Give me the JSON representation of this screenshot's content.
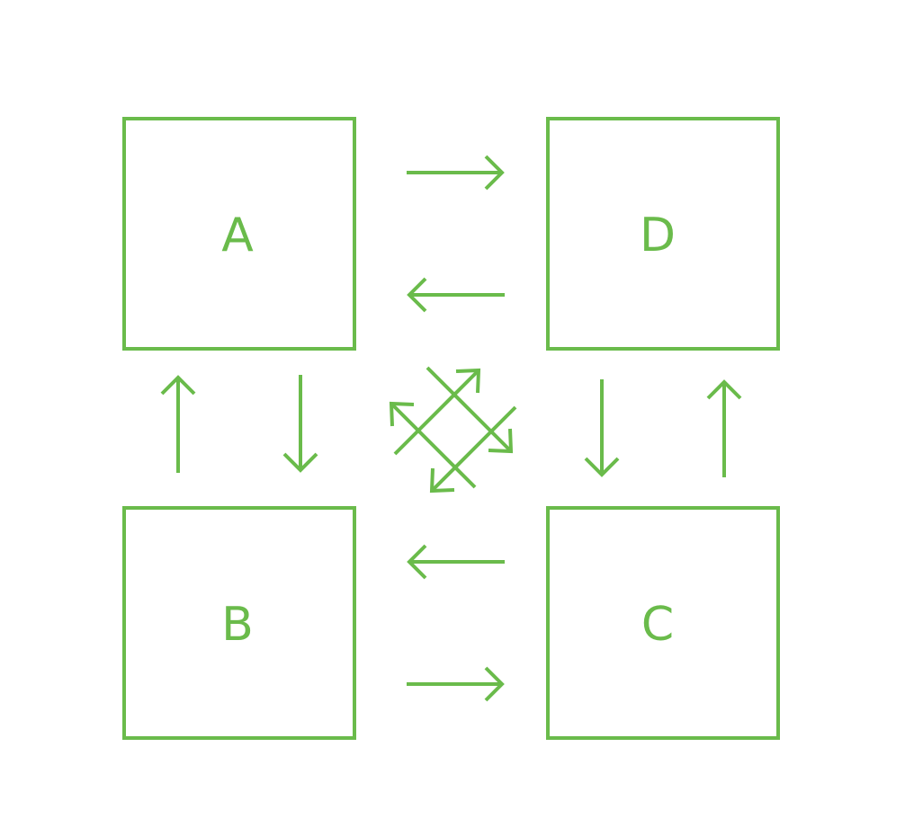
{
  "colors": {
    "stroke": "#6abb4b",
    "text": "#6abb4b",
    "background": "#ffffff"
  },
  "nodes": [
    {
      "id": "A",
      "label": "A"
    },
    {
      "id": "D",
      "label": "D"
    },
    {
      "id": "B",
      "label": "B"
    },
    {
      "id": "C",
      "label": "C"
    }
  ],
  "edges": [
    {
      "from": "A",
      "to": "D"
    },
    {
      "from": "D",
      "to": "A"
    },
    {
      "from": "A",
      "to": "B"
    },
    {
      "from": "B",
      "to": "A"
    },
    {
      "from": "D",
      "to": "C"
    },
    {
      "from": "C",
      "to": "D"
    },
    {
      "from": "B",
      "to": "C"
    },
    {
      "from": "C",
      "to": "B"
    },
    {
      "from": "A",
      "to": "C"
    },
    {
      "from": "C",
      "to": "A"
    },
    {
      "from": "B",
      "to": "D"
    },
    {
      "from": "D",
      "to": "B"
    }
  ]
}
